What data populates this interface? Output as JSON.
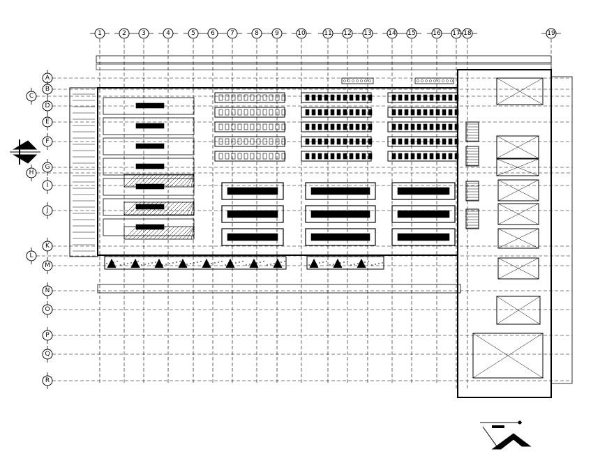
{
  "drawing": {
    "columns": [
      "1",
      "2",
      "3",
      "4",
      "5",
      "6",
      "7",
      "8",
      "9",
      "10",
      "11",
      "12",
      "13",
      "14",
      "15",
      "16",
      "17",
      "18",
      "19"
    ],
    "rows": [
      "A",
      "B",
      "C",
      "D",
      "E",
      "F",
      "G",
      "H",
      "I",
      "J",
      "K",
      "L",
      "M",
      "N",
      "O",
      "P",
      "Q",
      "R"
    ]
  },
  "colors": {
    "line": "#000000",
    "background": "#ffffff"
  },
  "icons": {
    "north_arrow": "north-arrow-icon",
    "key_plan": "key-plan-icon"
  }
}
